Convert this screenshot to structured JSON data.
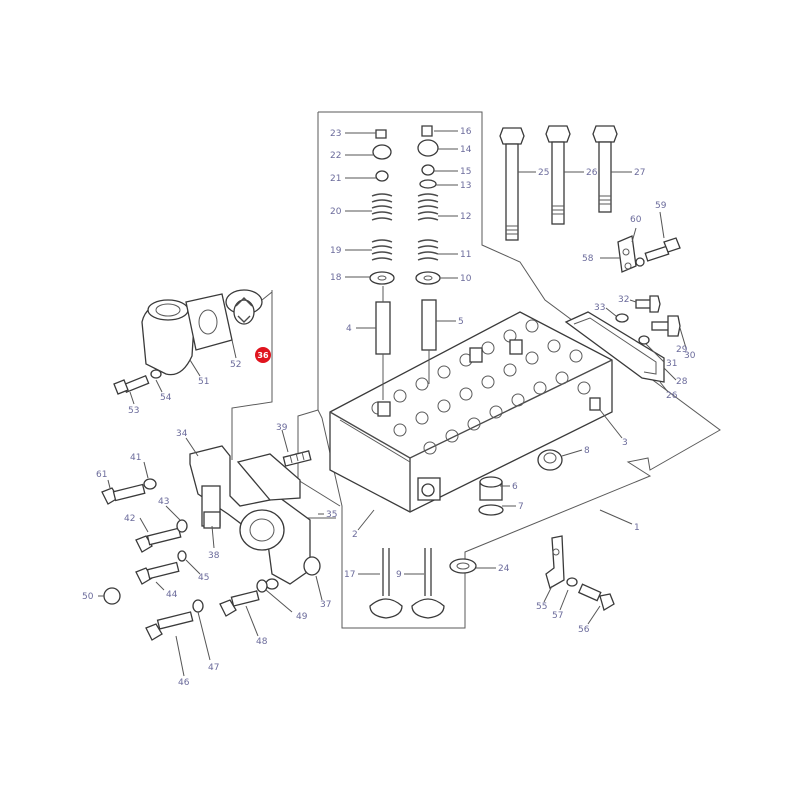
{
  "highlight": {
    "label": "36",
    "color": "#e0141e"
  },
  "callouts": [
    {
      "label": "23"
    },
    {
      "label": "22"
    },
    {
      "label": "21"
    },
    {
      "label": "20"
    },
    {
      "label": "19"
    },
    {
      "label": "18"
    },
    {
      "label": "16"
    },
    {
      "label": "14"
    },
    {
      "label": "15"
    },
    {
      "label": "13"
    },
    {
      "label": "12"
    },
    {
      "label": "11"
    },
    {
      "label": "10"
    },
    {
      "label": "4"
    },
    {
      "label": "5"
    },
    {
      "label": "25"
    },
    {
      "label": "26"
    },
    {
      "label": "27"
    },
    {
      "label": "60"
    },
    {
      "label": "59"
    },
    {
      "label": "58"
    },
    {
      "label": "32"
    },
    {
      "label": "33"
    },
    {
      "label": "30"
    },
    {
      "label": "31"
    },
    {
      "label": "29"
    },
    {
      "label": "28"
    },
    {
      "label": "26"
    },
    {
      "label": "3"
    },
    {
      "label": "8"
    },
    {
      "label": "6"
    },
    {
      "label": "7"
    },
    {
      "label": "1"
    },
    {
      "label": "2"
    },
    {
      "label": "17"
    },
    {
      "label": "9"
    },
    {
      "label": "24"
    },
    {
      "label": "55"
    },
    {
      "label": "57"
    },
    {
      "label": "56"
    },
    {
      "label": "52"
    },
    {
      "label": "51"
    },
    {
      "label": "53"
    },
    {
      "label": "54"
    },
    {
      "label": "34"
    },
    {
      "label": "39"
    },
    {
      "label": "61"
    },
    {
      "label": "41"
    },
    {
      "label": "43"
    },
    {
      "label": "42"
    },
    {
      "label": "38"
    },
    {
      "label": "35"
    },
    {
      "label": "45"
    },
    {
      "label": "44"
    },
    {
      "label": "50"
    },
    {
      "label": "37"
    },
    {
      "label": "49"
    },
    {
      "label": "48"
    },
    {
      "label": "47"
    },
    {
      "label": "46"
    }
  ]
}
